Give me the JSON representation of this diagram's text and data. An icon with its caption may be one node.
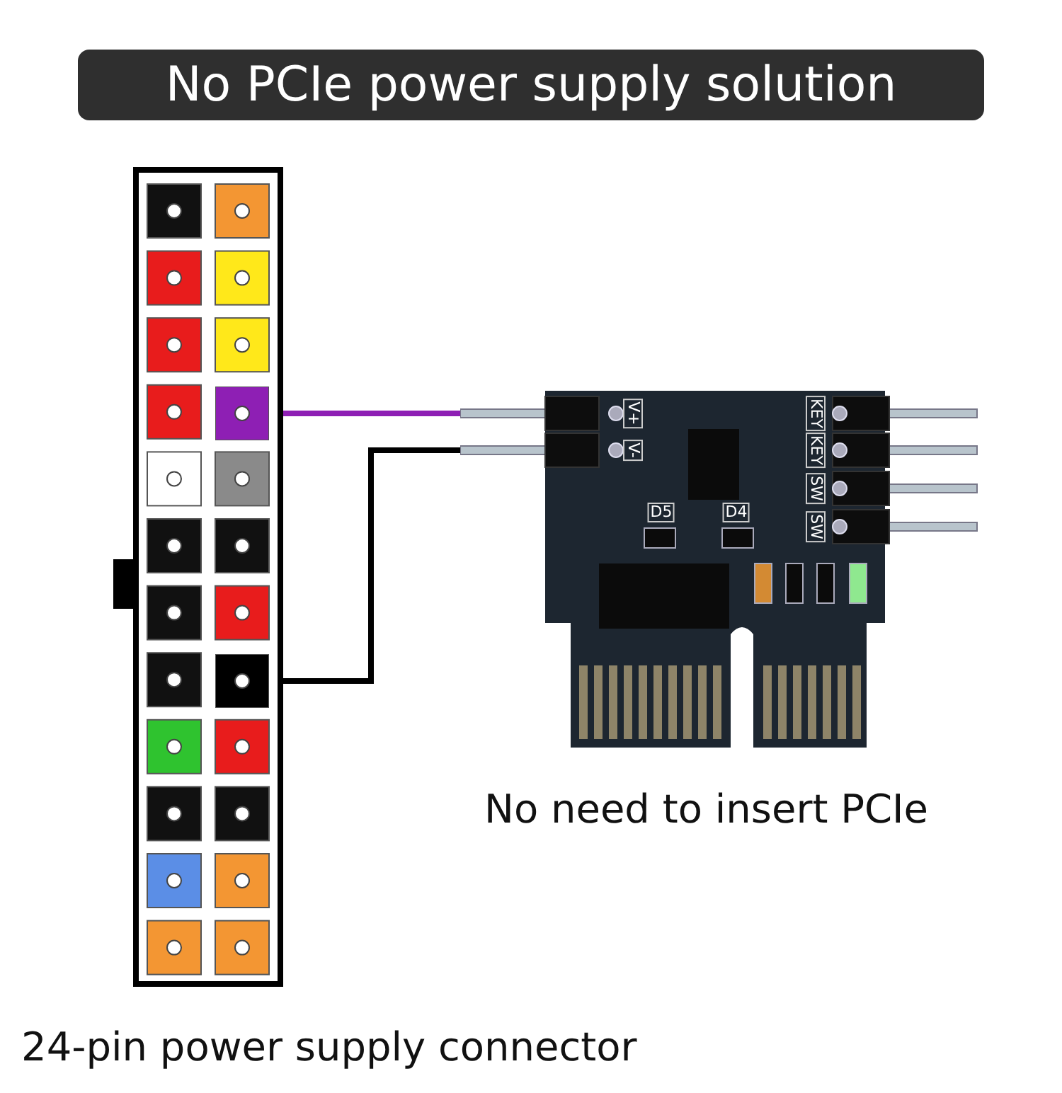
{
  "diagram": {
    "title": "No PCIe power supply solution",
    "nodes": [
      {
        "text": [
          "24-pin power supply connector"
        ]
      },
      {
        "text": [],
        "shape": "box",
        "in": 0
      },
      {
        "text": [],
        "shape": "box",
        "in": 0
      },
      {
        "text": [],
        "shape": "picture",
        "beside": [
          "No need to insert PCIe"
        ]
      }
    ],
    "edges": [
      {
        "from": 1,
        "to": 3,
        "arrow": "none",
        "color": "#8e1fb4"
      },
      {
        "from": 2,
        "to": 3,
        "arrow": "none",
        "color": "#000000"
      }
    ],
    "labels": [
      "V+",
      "V-",
      "KEY",
      "KEY",
      "SW",
      "SW",
      "D5",
      "D4"
    ]
  }
}
